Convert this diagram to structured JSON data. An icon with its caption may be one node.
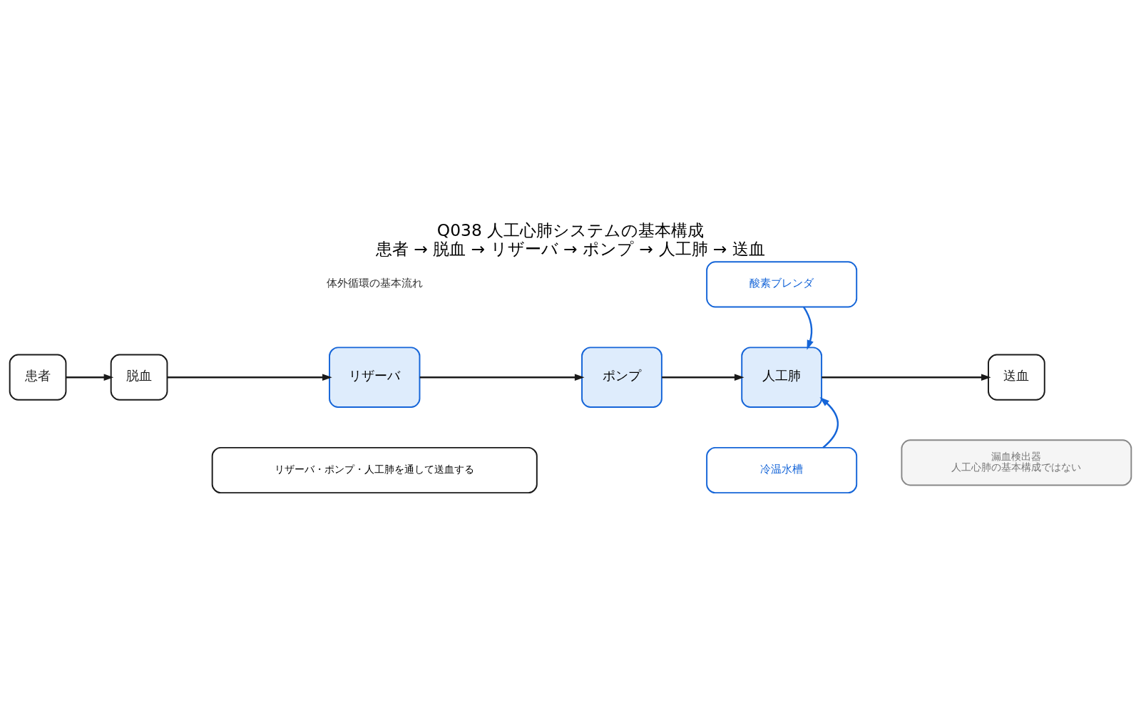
{
  "diagram": {
    "title": "Q038 人工心肺システムの基本構成",
    "caption": "患者 → 脱血 → リザーバ → ポンプ → 人工肺 → 送血",
    "nodes": [
      {
        "text": [
          "患者"
        ]
      },
      {
        "text": [
          "脱血"
        ]
      },
      {
        "text": [
          "リザーバ"
        ]
      },
      {
        "text": [
          "ポンプ"
        ]
      },
      {
        "text": [
          "人工肺"
        ]
      },
      {
        "text": [
          "送血"
        ]
      },
      {
        "text": [
          "酸素ブレンダ"
        ]
      },
      {
        "text": [
          "冷温水槽"
        ]
      },
      {
        "text": [
          "リザーバ・ポンプ・人工肺を通して送血する"
        ]
      },
      {
        "text": [
          "漏血検出器",
          "人工心肺の基本構成ではない"
        ]
      }
    ],
    "edges": [
      {
        "from": 0,
        "to": 1,
        "arrow": "to"
      },
      {
        "from": 1,
        "to": 2,
        "arrow": "to"
      },
      {
        "from": 2,
        "to": 3,
        "arrow": "to"
      },
      {
        "from": 3,
        "to": 4,
        "arrow": "to"
      },
      {
        "from": 4,
        "to": 5,
        "arrow": "to"
      },
      {
        "from": 6,
        "to": 4,
        "arrow": "to",
        "color": "#1565d8"
      },
      {
        "from": 7,
        "to": 4,
        "arrow": "to",
        "color": "#1565d8"
      }
    ],
    "labels": [
      "体外循環の基本流れ"
    ]
  }
}
